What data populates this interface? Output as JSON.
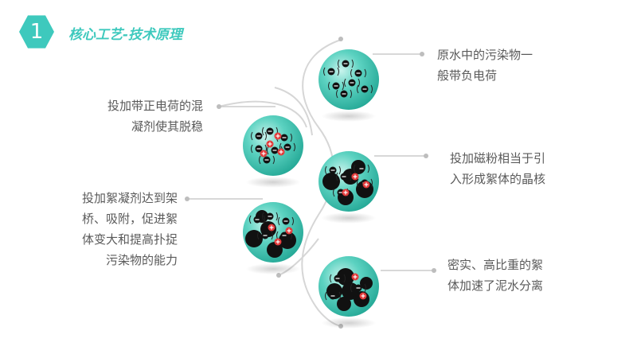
{
  "header": {
    "number": "1",
    "title": "核心工艺-技术原理"
  },
  "colors": {
    "accent": "#3ec9bd",
    "circle_fill": "#3cc3b0",
    "particle": "#111111",
    "positive": "#e23a3a",
    "line": "#cccccc",
    "text": "#5a5a5a"
  },
  "steps": [
    {
      "text": "原水中的污染物一\n般带负电荷"
    },
    {
      "text": "投加带正电荷的混\n凝剂使其脱稳"
    },
    {
      "text": "投加磁粉相当于引\n入形成絮体的晶核"
    },
    {
      "text": "投加絮凝剂达到架\n桥、吸附，促进絮\n体变大和提高扑捉\n污染物的能力"
    },
    {
      "text": "密实、高比重的絮\n体加速了泥水分离"
    }
  ]
}
